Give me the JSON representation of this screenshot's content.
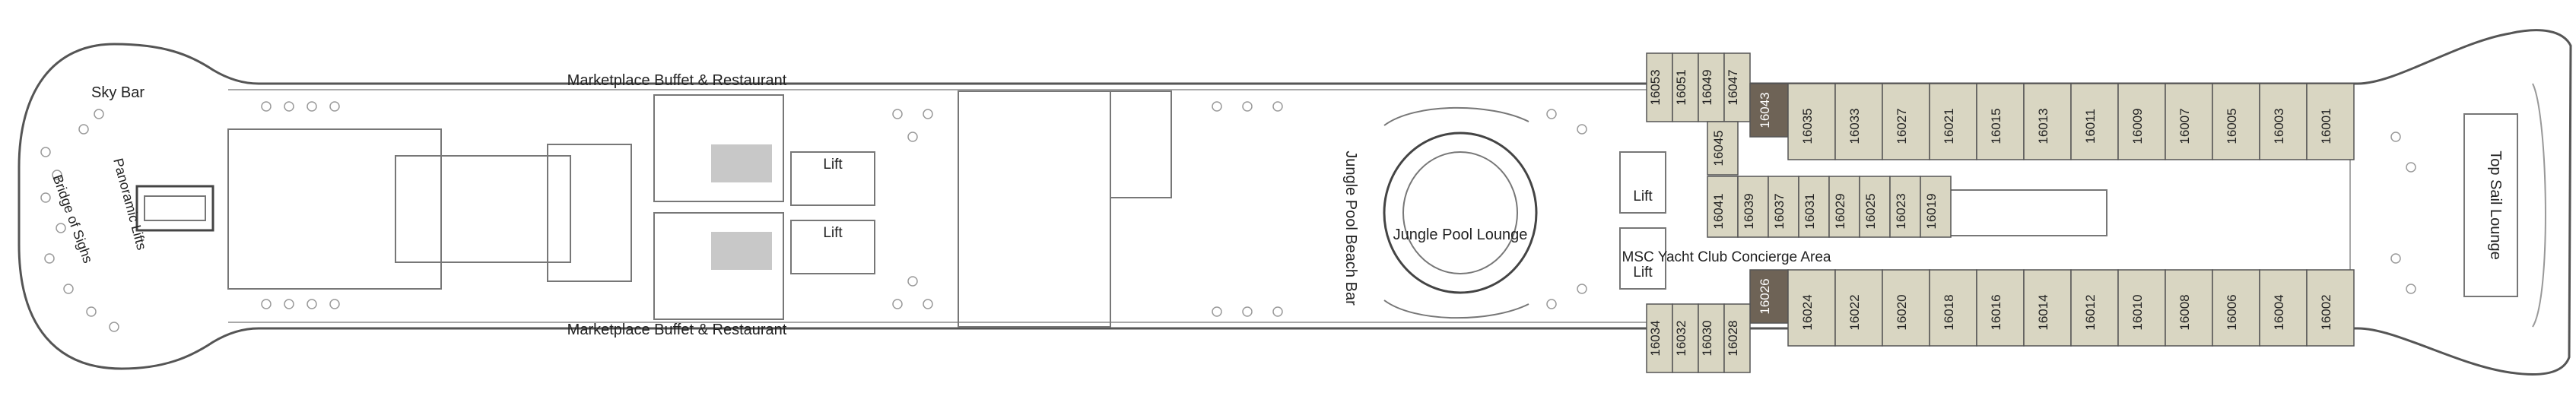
{
  "labels": {
    "sky_bar": "Sky Bar",
    "panoramic_lifts": "Panoramic Lifts",
    "bridge_of_sighs": "Bridge of Sighs",
    "marketplace_top": "Marketplace Buffet & Restaurant",
    "marketplace_bottom": "Marketplace Buffet & Restaurant",
    "lift": "Lift",
    "jungle_pool_beach_bar": "Jungle Pool Beach Bar",
    "jungle_pool_lounge": "Jungle Pool Lounge",
    "msc_yacht_club_concierge": "MSC Yacht Club Concierge Area",
    "top_sail_lounge": "Top Sail Lounge"
  },
  "cabins": {
    "top_outer_aft": [
      "16053",
      "16051",
      "16049",
      "16047"
    ],
    "top_dark": "16043",
    "top_inner": [
      "16035",
      "16033",
      "16027",
      "16021",
      "16015",
      "16013",
      "16011",
      "16009",
      "16007",
      "16005",
      "16003",
      "16001"
    ],
    "mid_small": "16045",
    "mid_row": [
      "16041",
      "16039",
      "16037",
      "16031",
      "16029",
      "16025",
      "16023",
      "16019"
    ],
    "bottom_dark": "16026",
    "bottom_inner": [
      "16024",
      "16022",
      "16020",
      "16018",
      "16016",
      "16014",
      "16012",
      "16010",
      "16008",
      "16006",
      "16004",
      "16002"
    ],
    "bottom_outer_aft": [
      "16034",
      "16032",
      "16030",
      "16028"
    ]
  },
  "colors": {
    "hull": "#ffffff",
    "outline": "#555555",
    "cabin": "#d9d6c2",
    "cabin_dark": "#6e6356",
    "furniture": "#9a9a9a"
  }
}
